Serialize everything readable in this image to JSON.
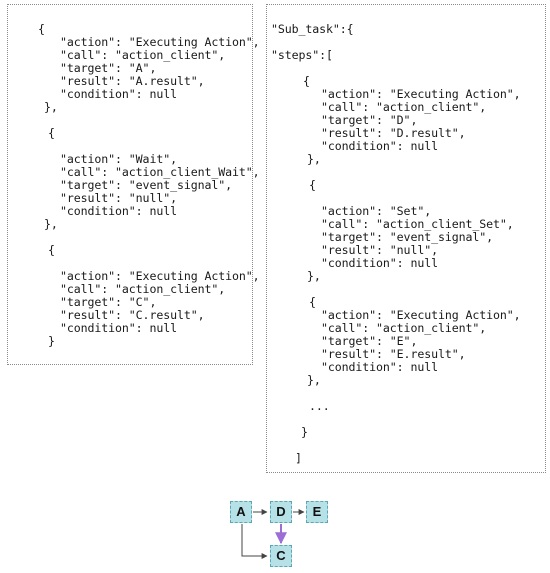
{
  "left_panel": {
    "lines": [
      "{",
      "\"action\": \"Executing Action\",",
      "\"call\": \"action_client\",",
      "\"target\": \"A\",",
      "\"result\": \"A.result\",",
      "\"condition\": null",
      "},",
      "{",
      "\"action\": \"Wait\",",
      "\"call\": \"action_client_Wait\",",
      "\"target\": \"event_signal\",",
      "\"result\": \"null\",",
      "\"condition\": null",
      "},",
      "{",
      "\"action\": \"Executing Action\",",
      "\"call\": \"action_client\",",
      "\"target\": \"C\",",
      "\"result\": \"C.result\",",
      "\"condition\": null",
      "}"
    ]
  },
  "right_panel": {
    "lines": [
      "\"Sub_task\":{",
      "\"steps\":[",
      "{",
      "\"action\": \"Executing Action\",",
      "\"call\": \"action_client\",",
      "\"target\": \"D\",",
      "\"result\": \"D.result\",",
      "\"condition\": null",
      "},",
      "{",
      "\"action\": \"Set\",",
      "\"call\": \"action_client_Set\",",
      "\"target\": \"event_signal\",",
      "\"result\": \"null\",",
      "\"condition\": null",
      "},",
      "{",
      "\"action\": \"Executing Action\",",
      "\"call\": \"action_client\",",
      "\"target\": \"E\",",
      "\"result\": \"E.result\",",
      "\"condition\": null",
      "},",
      "...",
      "}",
      "]"
    ]
  },
  "flow_diagram": {
    "nodes": {
      "a": "A",
      "c": "C",
      "d": "D",
      "e": "E"
    },
    "colors": {
      "node_fill": "#b6e1e6",
      "node_border": "#58a9b4",
      "edge": "#444444",
      "signal_edge": "#9b6fd6"
    }
  }
}
